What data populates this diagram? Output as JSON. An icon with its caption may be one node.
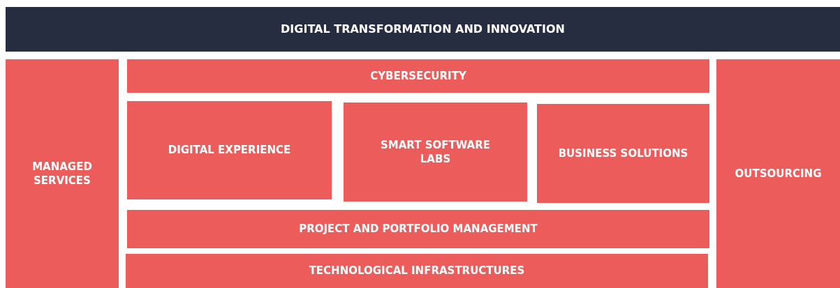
{
  "diagram": {
    "nodes": [
      {
        "text": [
          "DIGITAL TRANSFORMATION AND INNOVATION"
        ]
      },
      {
        "text": [
          "MANAGED SERVICES"
        ]
      },
      {
        "text": [
          "CYBERSECURITY"
        ]
      },
      {
        "text": [
          "DIGITAL EXPERIENCE"
        ]
      },
      {
        "text": [
          "SMART SOFTWARE LABS"
        ]
      },
      {
        "text": [
          "BUSINESS SOLUTIONS"
        ]
      },
      {
        "text": [
          "OUTSOURCING"
        ]
      },
      {
        "text": [
          "PROJECT AND PORTFOLIO MANAGEMENT"
        ]
      },
      {
        "text": [
          "TECHNOLOGICAL INFRASTRUCTURES"
        ]
      }
    ]
  }
}
